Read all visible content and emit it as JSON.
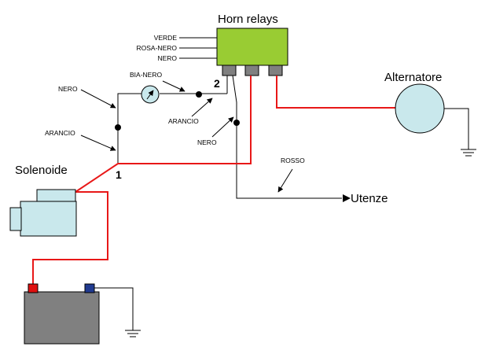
{
  "labels": {
    "horn_relays": "Horn relays",
    "alternatore": "Alternatore",
    "solenoide": "Solenoide",
    "utenze": "Utenze",
    "verde": "VERDE",
    "rosa_nero": "ROSA-NERO",
    "nero_top": "NERO",
    "bia_nero": "BIA-NERO",
    "nero_left": "NERO",
    "arancio_right": "ARANCIO",
    "arancio_left": "ARANCIO",
    "nero_right": "NERO",
    "rosso": "ROSSO",
    "node_1": "1",
    "node_2": "2"
  },
  "colors": {
    "relay_fill": "#99cc33",
    "component_fill": "#c9e8ec",
    "battery_fill": "#808080",
    "red_wire": "#e81818",
    "terminal_grey": "#808080",
    "battery_plus": "#e01010",
    "battery_minus": "#203a90"
  }
}
